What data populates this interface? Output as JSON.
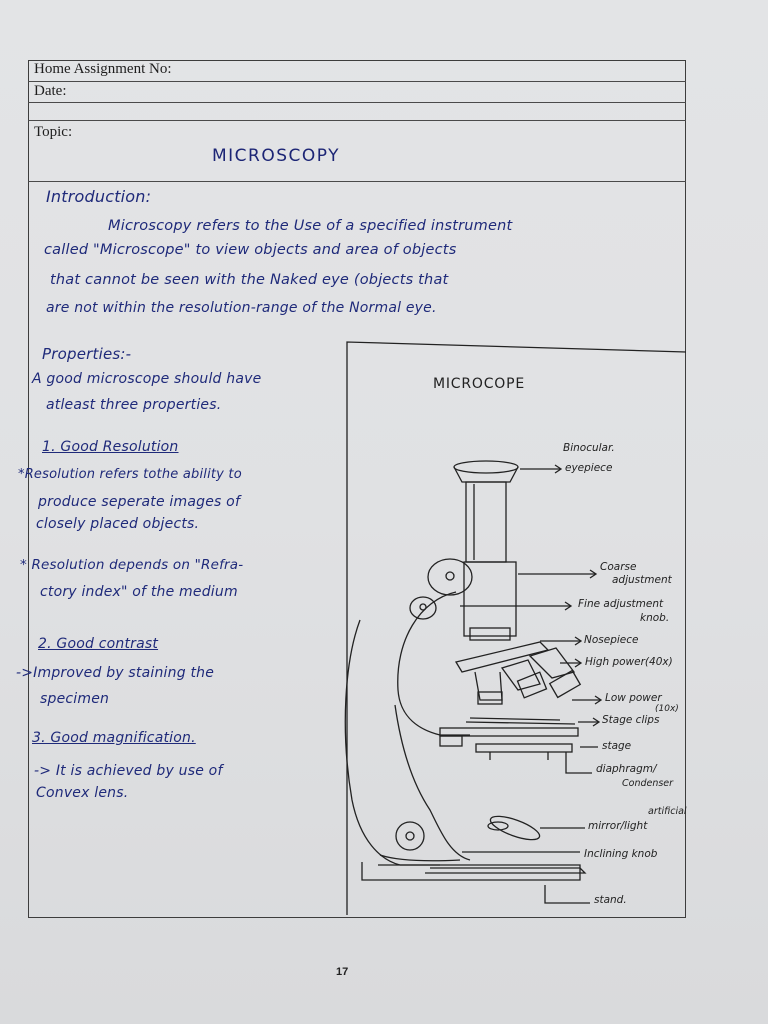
{
  "header": {
    "assignment_label": "Home Assignment No:",
    "date_label": "Date:",
    "topic_label": "Topic:",
    "topic_value": "MICROSCOPY"
  },
  "introduction": {
    "heading": "Introduction:",
    "lines": [
      "Microscopy refers to the Use of a specified instrument",
      "called \"Microscope\" to view objects and area of objects",
      "that cannot be seen with the Naked eye (objects that",
      "are not within the resolution-range of the Normal eye."
    ]
  },
  "properties": {
    "heading": "Properties:-",
    "intro": [
      "A good microscope should have",
      "atleast three properties."
    ],
    "items": [
      {
        "title": "1. Good Resolution",
        "lines": [
          "*Resolution refers tothe ability to",
          "produce seperate images of",
          "closely placed objects.",
          "* Resolution depends on \"Refra-",
          "ctory index\" of the medium"
        ]
      },
      {
        "title": "2. Good contrast",
        "lines": [
          "->Improved by staining the",
          "specimen"
        ]
      },
      {
        "title": "3. Good magnification.",
        "lines": [
          "-> It is achieved by use of",
          "Convex lens."
        ]
      }
    ]
  },
  "diagram": {
    "title": "MICROCOPE",
    "labels": {
      "binocular": "Binocular.",
      "eyepiece": "eyepiece",
      "coarse1": "Coarse",
      "coarse2": "adjustment",
      "fine1": "Fine adjustment",
      "fine2": "knob.",
      "nosepiece": "Nosepiece",
      "high_power": "High power(40x)",
      "low_power1": "Low power",
      "low_power2": "(10x)",
      "stage_clips": "Stage clips",
      "stage": "stage",
      "diaphragm1": "diaphragm/",
      "diaphragm2": "Condenser",
      "mirror1": "artificial",
      "mirror2": "mirror/light",
      "inclining": "Inclining knob",
      "stand": "stand."
    }
  },
  "footer": {
    "page_number": "17"
  }
}
